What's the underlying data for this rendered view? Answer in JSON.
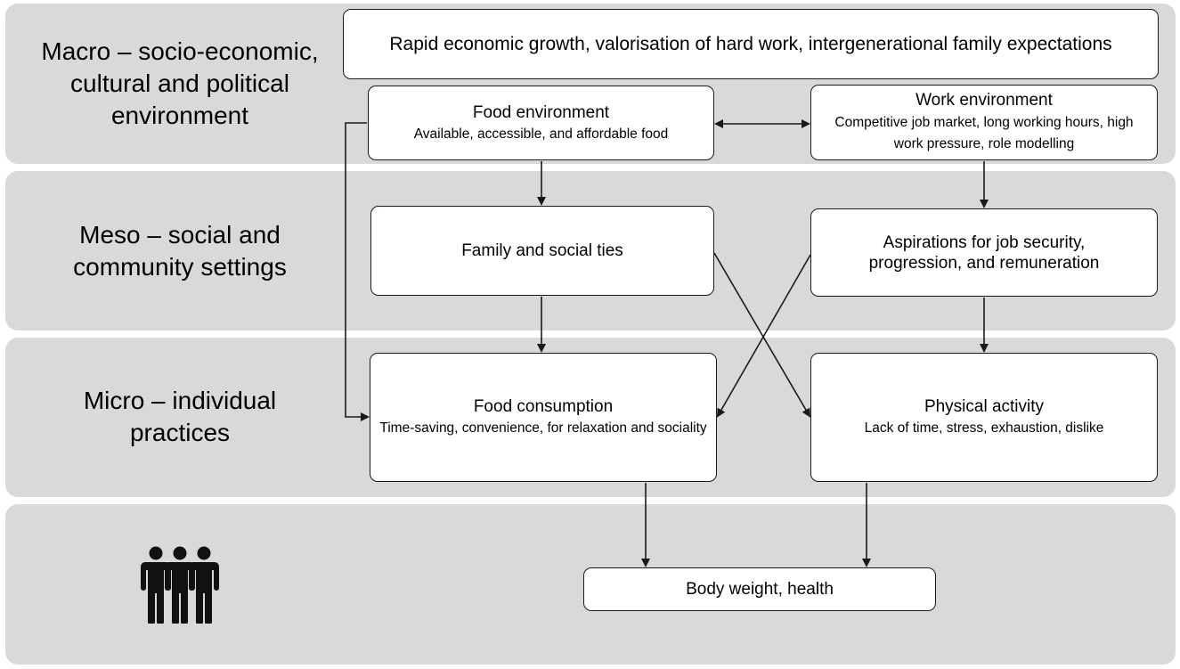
{
  "levels": {
    "macro": "Macro – socio-economic,\ncultural and political\nenvironment",
    "meso": "Meso – social and\ncommunity settings",
    "micro": "Micro – individual\npractices"
  },
  "boxes": {
    "macro_top": {
      "title": "Rapid economic growth, valorisation of hard work, intergenerational family expectations"
    },
    "food_env": {
      "title": "Food environment",
      "sub": "Available, accessible, and affordable food"
    },
    "work_env": {
      "title": "Work environment",
      "sub": "Competitive job market, long working hours, high work pressure, role modelling"
    },
    "family": {
      "title": "Family and social ties"
    },
    "aspirations": {
      "title": "Aspirations for job security, progression, and remuneration"
    },
    "food_cons": {
      "title": "Food consumption",
      "sub": "Time-saving, convenience, for relaxation and sociality"
    },
    "physical": {
      "title": "Physical activity",
      "sub": "Lack of time, stress, exhaustion, dislike"
    },
    "body": {
      "title": "Body weight, health"
    }
  },
  "icons": {
    "people": "people-group-icon"
  },
  "colors": {
    "band": "#d9d9d9",
    "box_border": "#1a1a1a",
    "arrow": "#1a1a1a"
  }
}
